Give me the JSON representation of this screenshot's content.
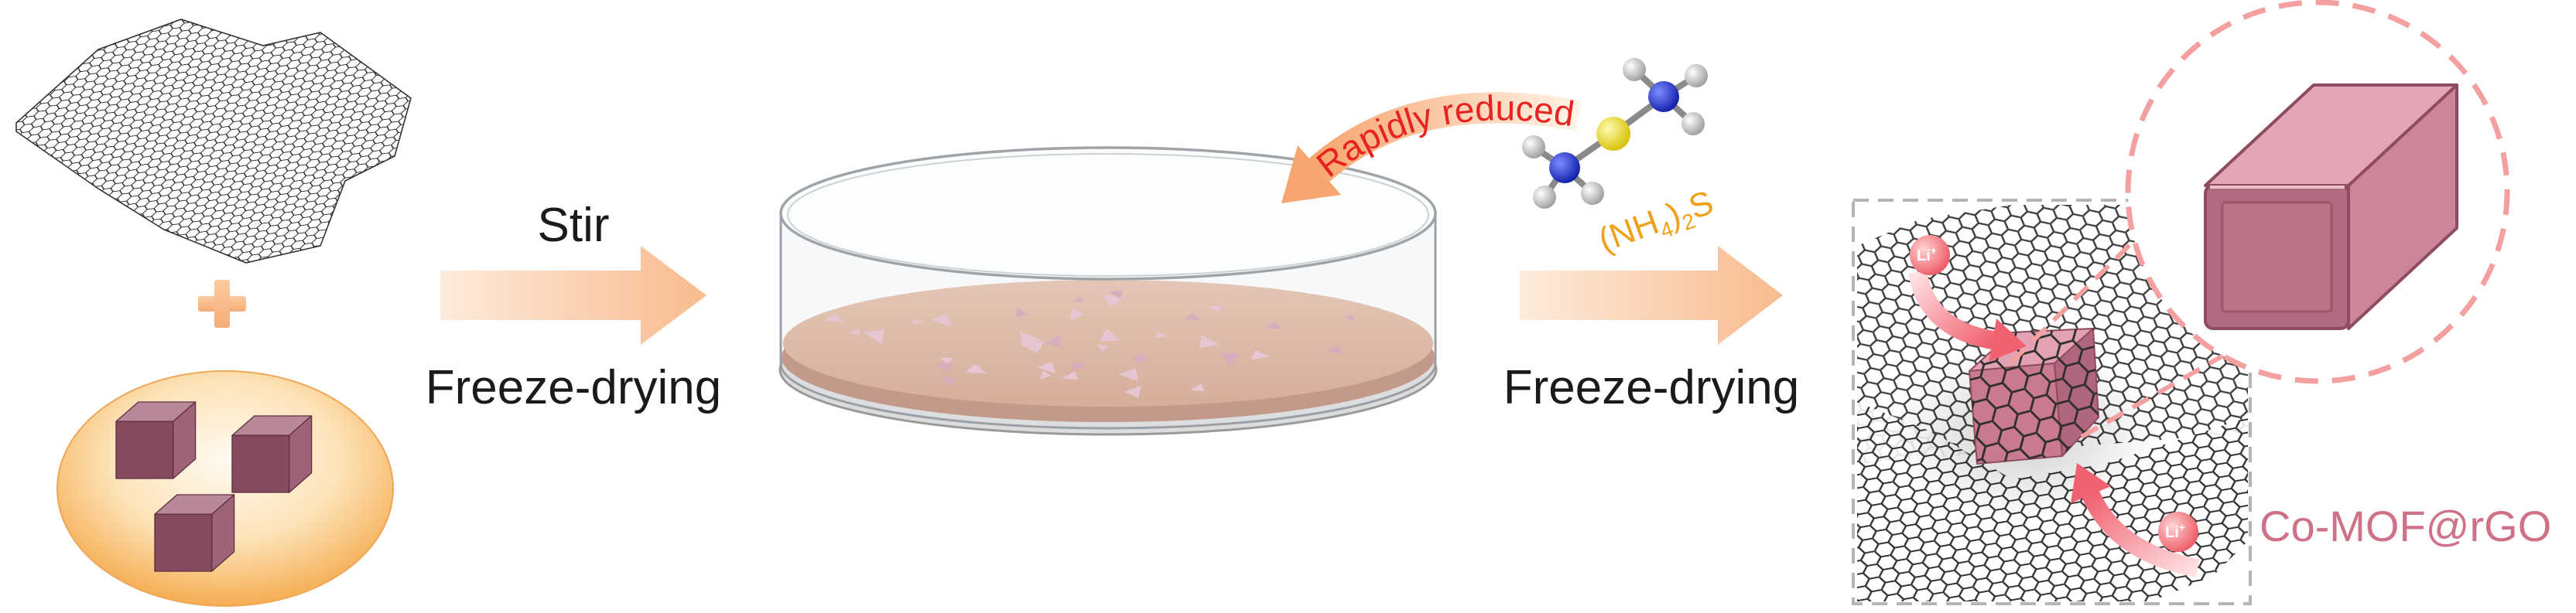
{
  "diagram": {
    "steps": {
      "stir_label": "Stir",
      "freeze_drying_1": "Freeze-drying",
      "freeze_drying_2": "Freeze-drying",
      "reduction_label": "Rapidly reduced"
    },
    "reagent": {
      "open": "(NH",
      "sub1": "4",
      "close": ")",
      "sub2": "2",
      "end": "S"
    },
    "ion": {
      "base": "Li",
      "charge": "+"
    },
    "product_label": "Co-MOF@rGO"
  },
  "colors": {
    "label_text": "#1a1a1a",
    "reduction_text": "#e8231f",
    "reagent_text": "#f0a01a",
    "product_text": "#cf7187",
    "zoom_outline": "#f4a0a0",
    "box_outline": "#b5b5b5",
    "cube_purple": "#864a5e",
    "mof_pink": "#cd8599"
  }
}
